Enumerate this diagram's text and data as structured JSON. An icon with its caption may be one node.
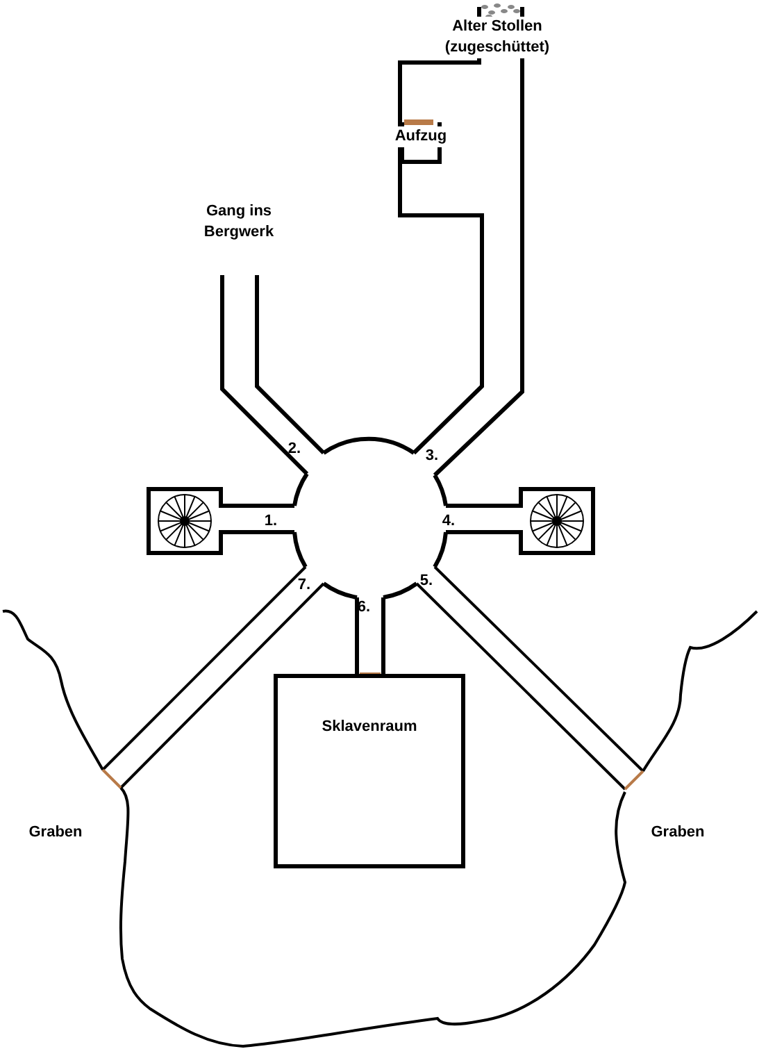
{
  "diagram": {
    "nodes": [
      {
        "text": [
          "Aufzug"
        ]
      },
      {
        "text": [
          "Sklavenraum"
        ]
      }
    ],
    "labels": [
      "Alter Stollen (zugeschüttet)",
      "Gang ins Bergwerk",
      "2.",
      "3.",
      "1.",
      "4.",
      "7.",
      "6.",
      "5.",
      "Graben",
      "Graben"
    ]
  }
}
